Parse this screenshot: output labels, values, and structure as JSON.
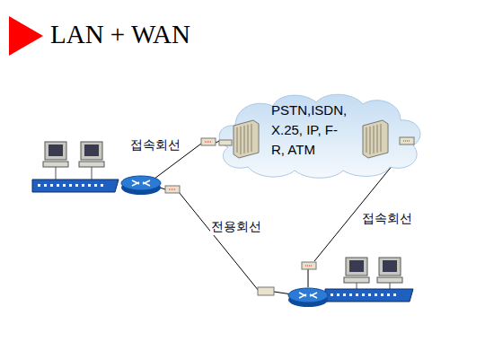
{
  "diagram": {
    "title": "LAN + WAN",
    "nodes": [
      {
        "text": [
          "PSTN,ISDN, X.25, IP, F-R, ATM"
        ]
      }
    ],
    "labels": [
      "접속회선",
      "전용회선",
      "접속회선"
    ]
  }
}
